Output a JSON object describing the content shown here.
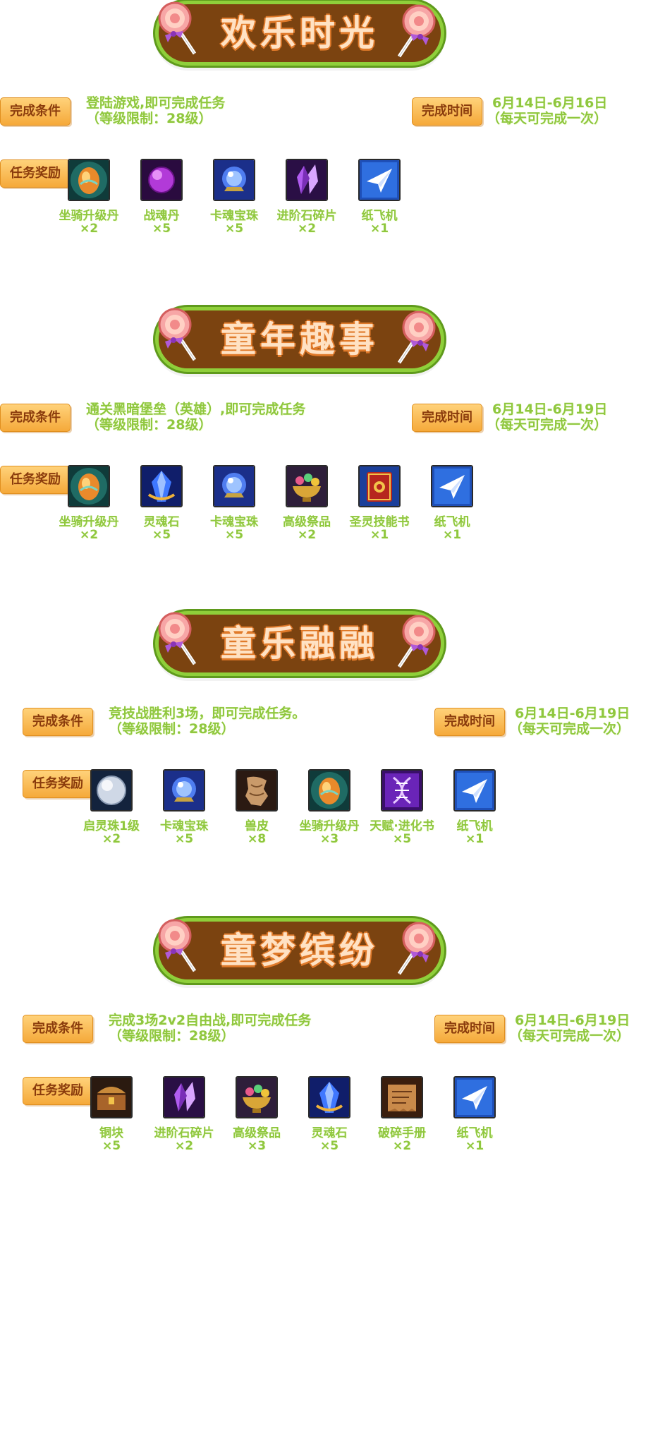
{
  "common": {
    "condition_label": "完成条件",
    "time_label": "完成时间",
    "reward_label": "任务奖励"
  },
  "sections": [
    {
      "title": "欢乐时光",
      "condition": [
        "登陆游戏,即可完成任务",
        "（等级限制：28级）"
      ],
      "time": [
        "6月14日-6月16日",
        "（每天可完成一次）"
      ],
      "rewards": [
        {
          "name": "坐骑升级丹",
          "count": "×2",
          "icon": "egg-icon"
        },
        {
          "name": "战魂丹",
          "count": "×5",
          "icon": "purple-orb-icon"
        },
        {
          "name": "卡魂宝珠",
          "count": "×5",
          "icon": "crystal-ball-icon"
        },
        {
          "name": "进阶石碎片",
          "count": "×2",
          "icon": "purple-crystal-icon"
        },
        {
          "name": "纸飞机",
          "count": "×1",
          "icon": "paper-plane-icon"
        }
      ]
    },
    {
      "title": "童年趣事",
      "condition": [
        "通关黑暗堡垒（英雄）,即可完成任务",
        "（等级限制：28级）"
      ],
      "time": [
        "6月14日-6月19日",
        "（每天可完成一次）"
      ],
      "rewards": [
        {
          "name": "坐骑升级丹",
          "count": "×2",
          "icon": "egg-icon"
        },
        {
          "name": "灵魂石",
          "count": "×5",
          "icon": "blue-gem-icon"
        },
        {
          "name": "卡魂宝珠",
          "count": "×5",
          "icon": "crystal-ball-icon"
        },
        {
          "name": "高级祭品",
          "count": "×2",
          "icon": "offering-bowl-icon"
        },
        {
          "name": "圣灵技能书",
          "count": "×1",
          "icon": "red-book-icon"
        },
        {
          "name": "纸飞机",
          "count": "×1",
          "icon": "paper-plane-icon"
        }
      ]
    },
    {
      "title": "童乐融融",
      "condition": [
        "竞技战胜利3场，即可完成任务。",
        "（等级限制：28级）"
      ],
      "time": [
        "6月14日-6月19日",
        "（每天可完成一次）"
      ],
      "rewards": [
        {
          "name": "启灵珠1级",
          "count": "×2",
          "icon": "silver-orb-icon"
        },
        {
          "name": "卡魂宝珠",
          "count": "×5",
          "icon": "crystal-ball-icon"
        },
        {
          "name": "兽皮",
          "count": "×8",
          "icon": "beast-hide-icon"
        },
        {
          "name": "坐骑升级丹",
          "count": "×3",
          "icon": "egg-icon"
        },
        {
          "name": "天赋·进化书",
          "count": "×5",
          "icon": "dna-book-icon"
        },
        {
          "name": "纸飞机",
          "count": "×1",
          "icon": "paper-plane-icon"
        }
      ]
    },
    {
      "title": "童梦缤纷",
      "condition": [
        "完成3场2v2自由战,即可完成任务",
        "（等级限制：28级）"
      ],
      "time": [
        "6月14日-6月19日",
        "（每天可完成一次）"
      ],
      "rewards": [
        {
          "name": "铜块",
          "count": "×5",
          "icon": "copper-chest-icon"
        },
        {
          "name": "进阶石碎片",
          "count": "×2",
          "icon": "purple-crystal-icon"
        },
        {
          "name": "高级祭品",
          "count": "×3",
          "icon": "offering-bowl-icon"
        },
        {
          "name": "灵魂石",
          "count": "×5",
          "icon": "blue-gem-icon"
        },
        {
          "name": "破碎手册",
          "count": "×2",
          "icon": "torn-manual-icon"
        },
        {
          "name": "纸飞机",
          "count": "×1",
          "icon": "paper-plane-icon"
        }
      ]
    }
  ],
  "colors": {
    "banner_fill": "#7b4310",
    "banner_border": "#8fcf3a",
    "title_text": "#ffe2c4",
    "tag_fill": "#f5a93a",
    "green_text": "#8fc73e"
  }
}
